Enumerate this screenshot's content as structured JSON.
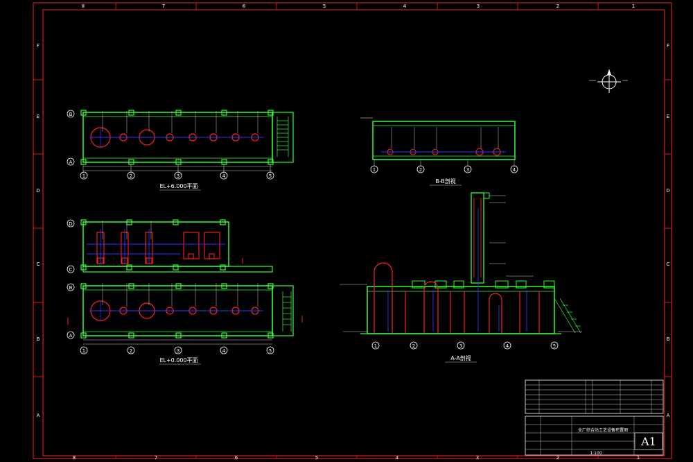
{
  "sheet": {
    "top_ruler": [
      "8",
      "7",
      "6",
      "5",
      "4",
      "3",
      "2",
      "1"
    ],
    "bottom_ruler": [
      "8",
      "7",
      "6",
      "5",
      "4",
      "3",
      "2",
      "1"
    ],
    "left_ruler": [
      "F",
      "E",
      "D",
      "C",
      "B",
      "A"
    ],
    "right_ruler": [
      "F",
      "E",
      "D",
      "C",
      "B",
      "A"
    ],
    "size_code": "A1",
    "scale": "1:100"
  },
  "views": {
    "plan_upper": {
      "caption": "EL+6.000平面"
    },
    "plan_lower": {
      "caption": "EL+0.000平面"
    },
    "section_bb": {
      "caption": "B-B剖视"
    },
    "section_aa": {
      "caption": "A-A剖视"
    }
  },
  "grid_axes": {
    "columns": [
      "1",
      "2",
      "3",
      "4",
      "5"
    ],
    "rows_upper": [
      "B",
      "A"
    ],
    "rows_lower": [
      "D",
      "C",
      "B",
      "A"
    ],
    "section_columns": [
      "1",
      "2",
      "3",
      "4",
      "5"
    ]
  },
  "title_block": {
    "drawing_title": "全厂综合站工艺设备布置图"
  },
  "colors": {
    "background": "#000000",
    "frame": "#ff2222",
    "structure": "#33ff33",
    "equipment": "#ff2222",
    "piping": "#3333ff",
    "text": "#ffffff"
  }
}
